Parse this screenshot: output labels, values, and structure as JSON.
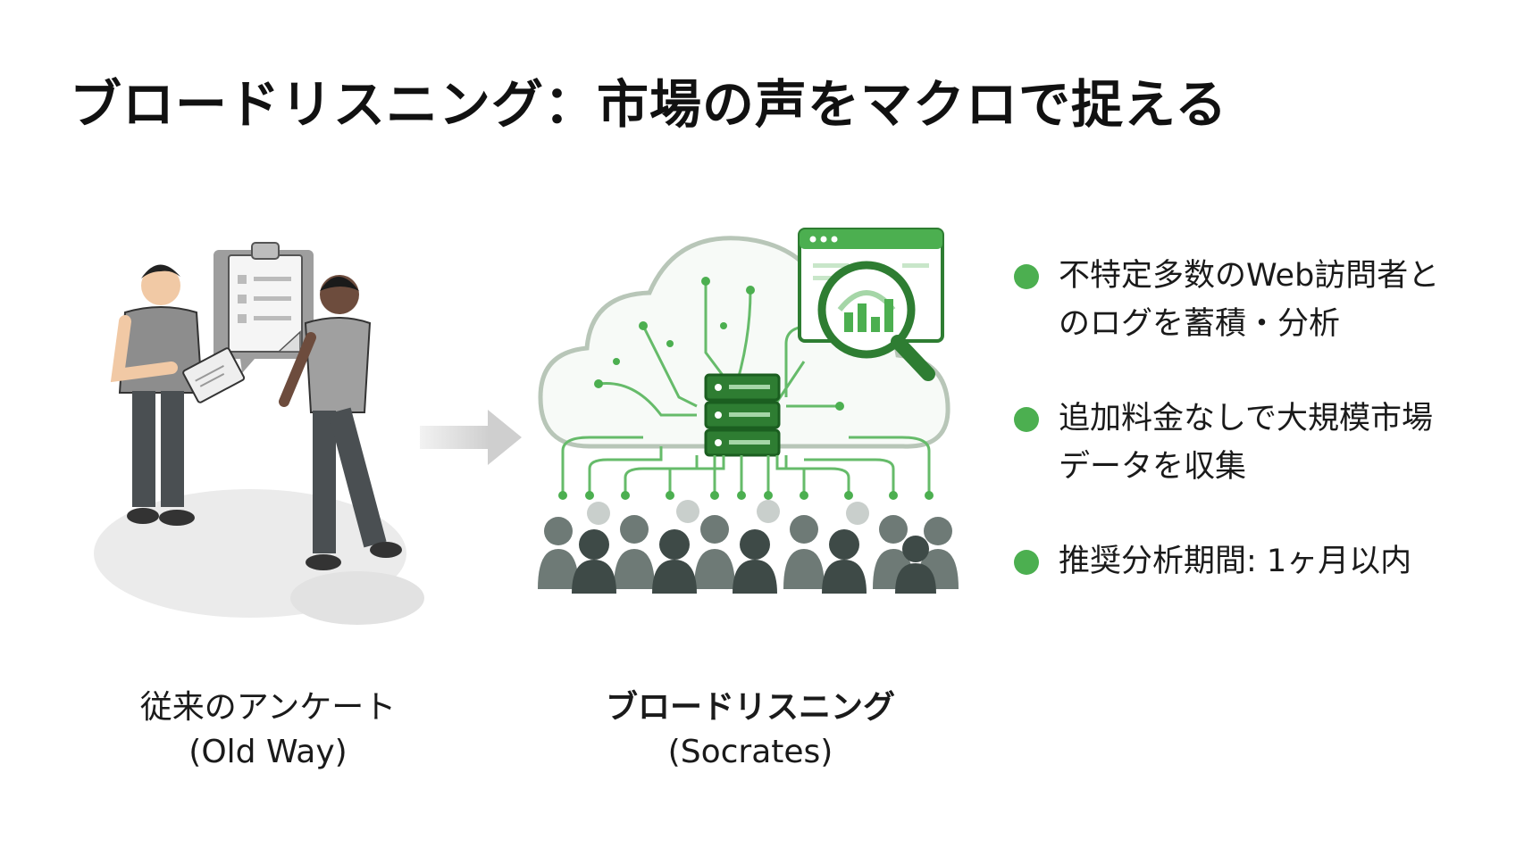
{
  "title": "ブロードリスニング：市場の声をマクロで捉える",
  "colors": {
    "accent": "#4caf50",
    "dark_green": "#2e7d32",
    "gray": "#8a8a8a"
  },
  "left_panel": {
    "caption_line1": "従来のアンケート",
    "caption_line2": "(Old Way)"
  },
  "center_panel": {
    "caption_line1": "ブロードリスニング",
    "caption_line2": "(Socrates)"
  },
  "bullets": [
    {
      "text": "不特定多数のWeb訪問者と\nのログを蓄積・分析"
    },
    {
      "text": "追加料金なしで大規模市場\nデータを収集"
    },
    {
      "text": "推奨分析期間: 1ヶ月以内"
    }
  ],
  "icons": [
    "clipboard-icon",
    "arrow-right-icon",
    "cloud-icon",
    "server-icon",
    "browser-window-icon",
    "magnifier-chart-icon",
    "people-crowd-icon"
  ]
}
